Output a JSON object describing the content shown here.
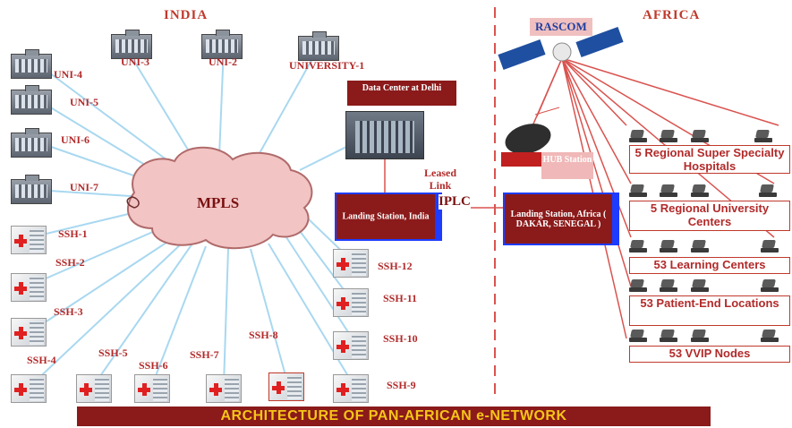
{
  "regions": {
    "india": "INDIA",
    "africa": "AFRICA"
  },
  "cloud_label": "MPLS",
  "universities": [
    "UNI-3",
    "UNI-2",
    "UNIVERSITY-1",
    "UNI-4",
    "UNI-5",
    "UNI-6",
    "UNI-7"
  ],
  "hospitals": [
    "SSH-1",
    "SSH-2",
    "SSH-3",
    "SSH-4",
    "SSH-5",
    "SSH-6",
    "SSH-7",
    "SSH-8",
    "SSH-9",
    "SSH-10",
    "SSH-11",
    "SSH-12"
  ],
  "data_center": "Data Center at Delhi",
  "leased_link": "Leased Link",
  "landing_india": "Landing Station, India",
  "iplc": "IPLC",
  "landing_africa": "Landing Station, Africa ( DAKAR, SENEGAL )",
  "hub": "HUB Station",
  "satellite": "RASCOM",
  "africa_nodes": [
    "5 Regional Super Specialty Hospitals",
    "5 Regional University Centers",
    "53 Learning Centers",
    "53 Patient-End Locations",
    "53 VVIP Nodes"
  ],
  "footer": "ARCHITECTURE OF PAN-AFRICAN e-NETWORK",
  "colors": {
    "accent": "#c0392b",
    "link": "#a9d8f0",
    "station": "#8b1a1a",
    "station_border": "#1e3cff",
    "cloud": "#f2c4c4",
    "footer_bg": "#8b1a1a",
    "footer_text": "#f5c518"
  }
}
